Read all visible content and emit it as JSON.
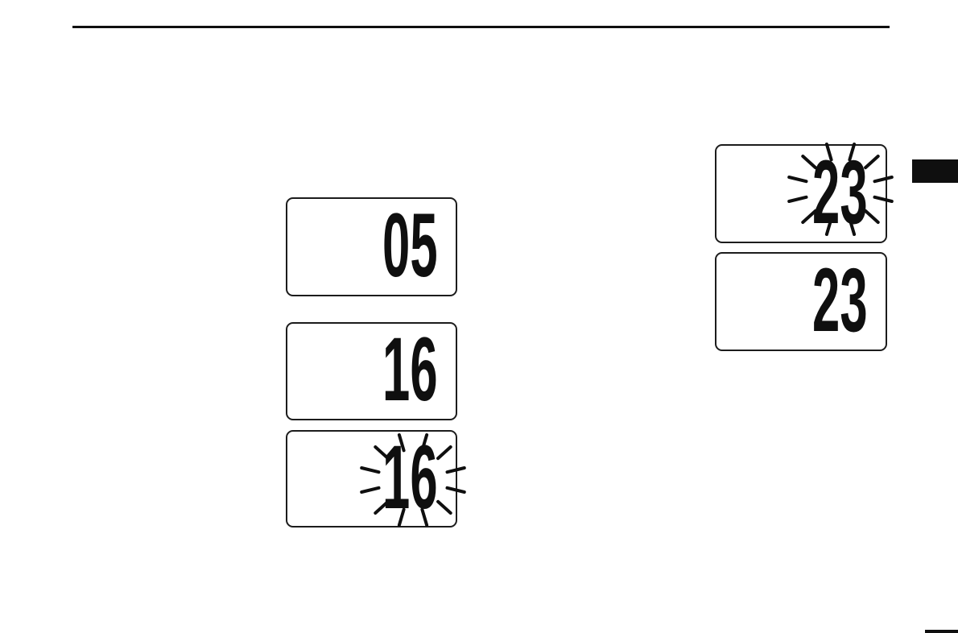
{
  "page": {
    "background": "#ffffff",
    "ink_color": "#0f0f0f",
    "box_border_color": "#1c1c1c"
  },
  "displays": [
    {
      "value": "05",
      "flashing": false
    },
    {
      "value": "16",
      "flashing": false
    },
    {
      "value": "16",
      "flashing": true
    },
    {
      "value": "23",
      "flashing": true
    },
    {
      "value": "23",
      "flashing": false
    }
  ]
}
